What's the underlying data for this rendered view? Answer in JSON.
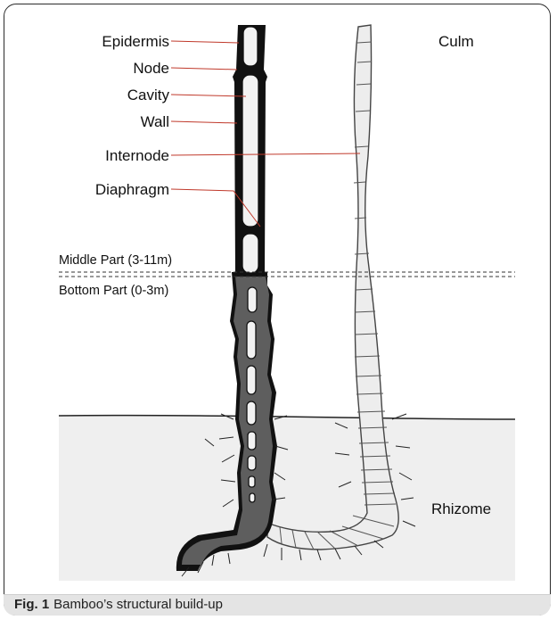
{
  "labels": {
    "epidermis": "Epidermis",
    "node": "Node",
    "cavity": "Cavity",
    "wall": "Wall",
    "internode": "Internode",
    "diaphragm": "Diaphragm",
    "culm": "Culm",
    "rhizome": "Rhizome",
    "middle_part": "Middle Part (3-11m)",
    "bottom_part": "Bottom Part (0-3m)"
  },
  "caption": {
    "label": "Fig. 1",
    "text": "Bamboo’s structural build-up"
  },
  "colors": {
    "leader_line": "#c0392b",
    "wall_fill": "#5e5e5e",
    "cavity_fill": "#f2f2f2",
    "ground_fill": "#efefef",
    "culm_fill": "#ededed"
  }
}
